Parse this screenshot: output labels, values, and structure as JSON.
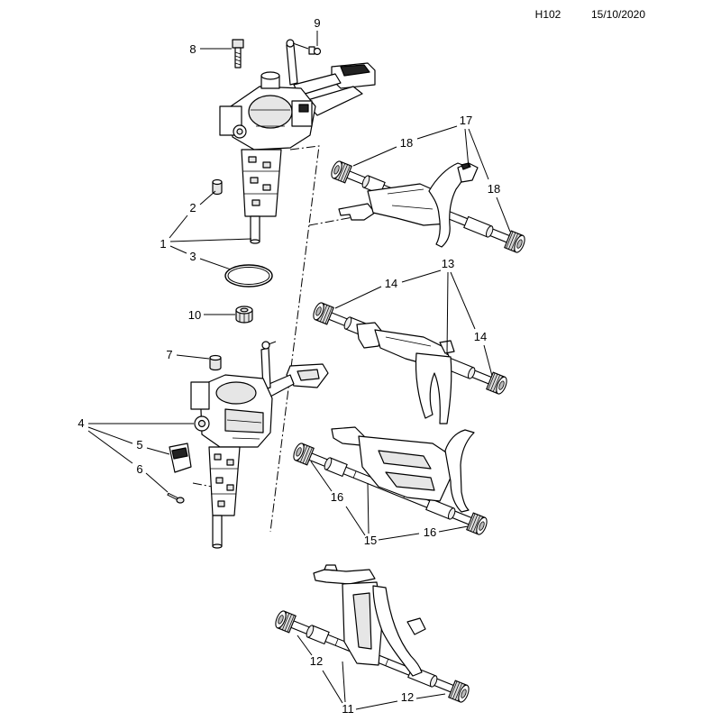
{
  "header": {
    "diagram_code": "H102",
    "date": "15/10/2020"
  },
  "callouts": [
    "9",
    "8",
    "17",
    "18",
    "18",
    "2",
    "1",
    "3",
    "13",
    "14",
    "14",
    "10",
    "7",
    "4",
    "5",
    "6",
    "16",
    "15",
    "16",
    "12",
    "11",
    "12"
  ]
}
